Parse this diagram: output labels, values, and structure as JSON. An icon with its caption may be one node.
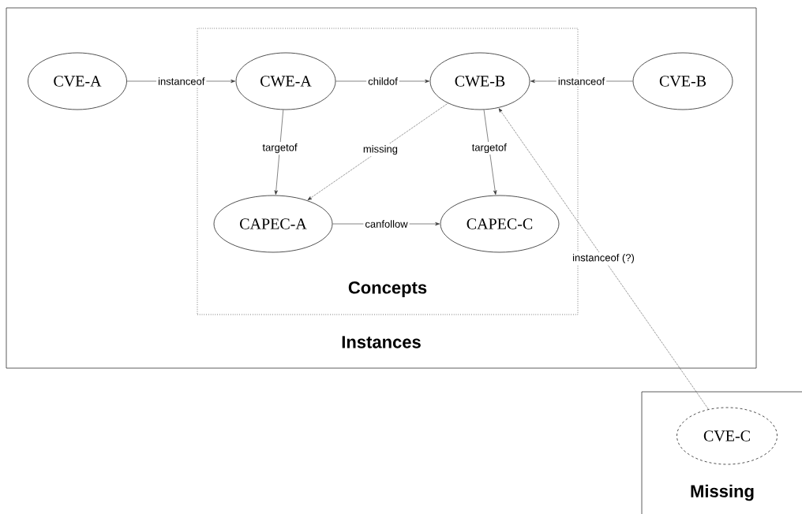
{
  "diagram": {
    "nodes": [
      {
        "text": [
          "Instances"
        ]
      },
      {
        "text": [
          "Concepts"
        ],
        "in": 0
      },
      {
        "text": [
          "CVE-A"
        ],
        "in": 0
      },
      {
        "text": [
          "CWE-A"
        ],
        "in": 1
      },
      {
        "text": [
          "CWE-B"
        ],
        "in": 1
      },
      {
        "text": [
          "CVE-B"
        ],
        "in": 0
      },
      {
        "text": [
          "CAPEC-A"
        ],
        "in": 1
      },
      {
        "text": [
          "CAPEC-C"
        ],
        "in": 1
      },
      {
        "text": [
          "Missing"
        ]
      },
      {
        "text": [
          "CVE-C"
        ],
        "in": 8
      }
    ],
    "edges": [
      {
        "from": 2,
        "to": 3,
        "arrow": "to",
        "label": "instanceof"
      },
      {
        "from": 3,
        "to": 4,
        "arrow": "to",
        "label": "childof"
      },
      {
        "from": 5,
        "to": 4,
        "arrow": "to",
        "label": "instanceof"
      },
      {
        "from": 3,
        "to": 6,
        "arrow": "to",
        "label": "targetof"
      },
      {
        "from": 4,
        "to": 6,
        "arrow": "to",
        "label": "missing",
        "style": "dashed"
      },
      {
        "from": 4,
        "to": 7,
        "arrow": "to",
        "label": "targetof"
      },
      {
        "from": 6,
        "to": 7,
        "arrow": "to",
        "label": "canfollow"
      },
      {
        "from": 9,
        "to": 4,
        "arrow": "to",
        "label": "instanceof (?)",
        "style": "dashed"
      }
    ]
  }
}
